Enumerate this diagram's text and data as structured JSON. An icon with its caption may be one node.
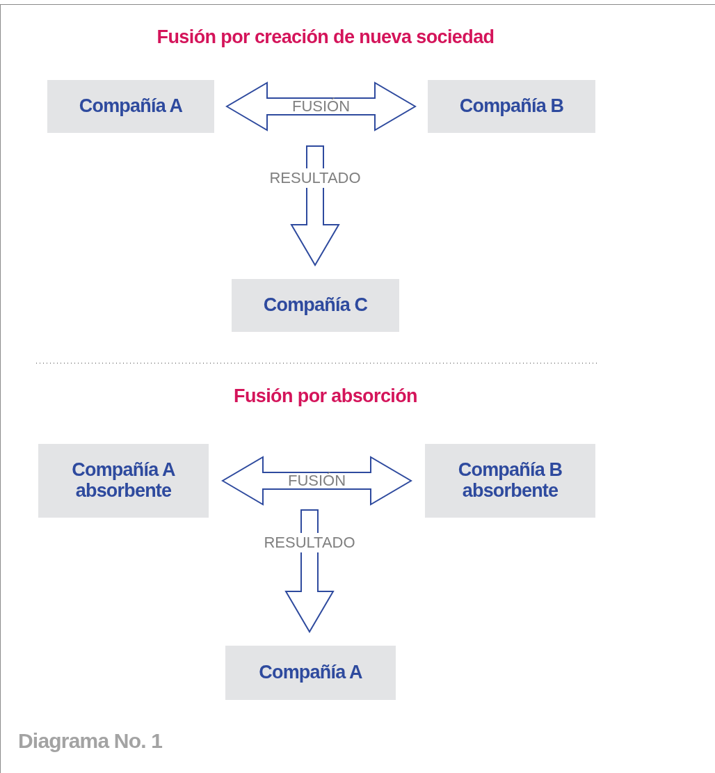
{
  "diagram": {
    "nodes": [
      {
        "text": [
          "Compañía A"
        ]
      },
      {
        "text": [
          "Compañía B"
        ]
      },
      {
        "text": [
          "Compañía C"
        ]
      },
      {
        "text": [
          "Compañía A absorbente"
        ]
      },
      {
        "text": [
          "Compañía B absorbente"
        ]
      },
      {
        "text": [
          "Compañía A"
        ]
      }
    ],
    "edges": [
      {
        "from": 0,
        "to": 1,
        "arrow": "both",
        "label": "FUSIÓN"
      },
      {
        "from": null,
        "to": 2,
        "arrow": "to",
        "label": "RESULTADO"
      },
      {
        "from": 3,
        "to": 4,
        "arrow": "both",
        "label": "FUSIÓN"
      },
      {
        "from": null,
        "to": 5,
        "arrow": "to",
        "label": "RESULTADO"
      }
    ],
    "labels": [
      "Fusión por creación de nueva sociedad",
      "Fusión por absorción"
    ],
    "caption": "Diagrama No. 1"
  }
}
